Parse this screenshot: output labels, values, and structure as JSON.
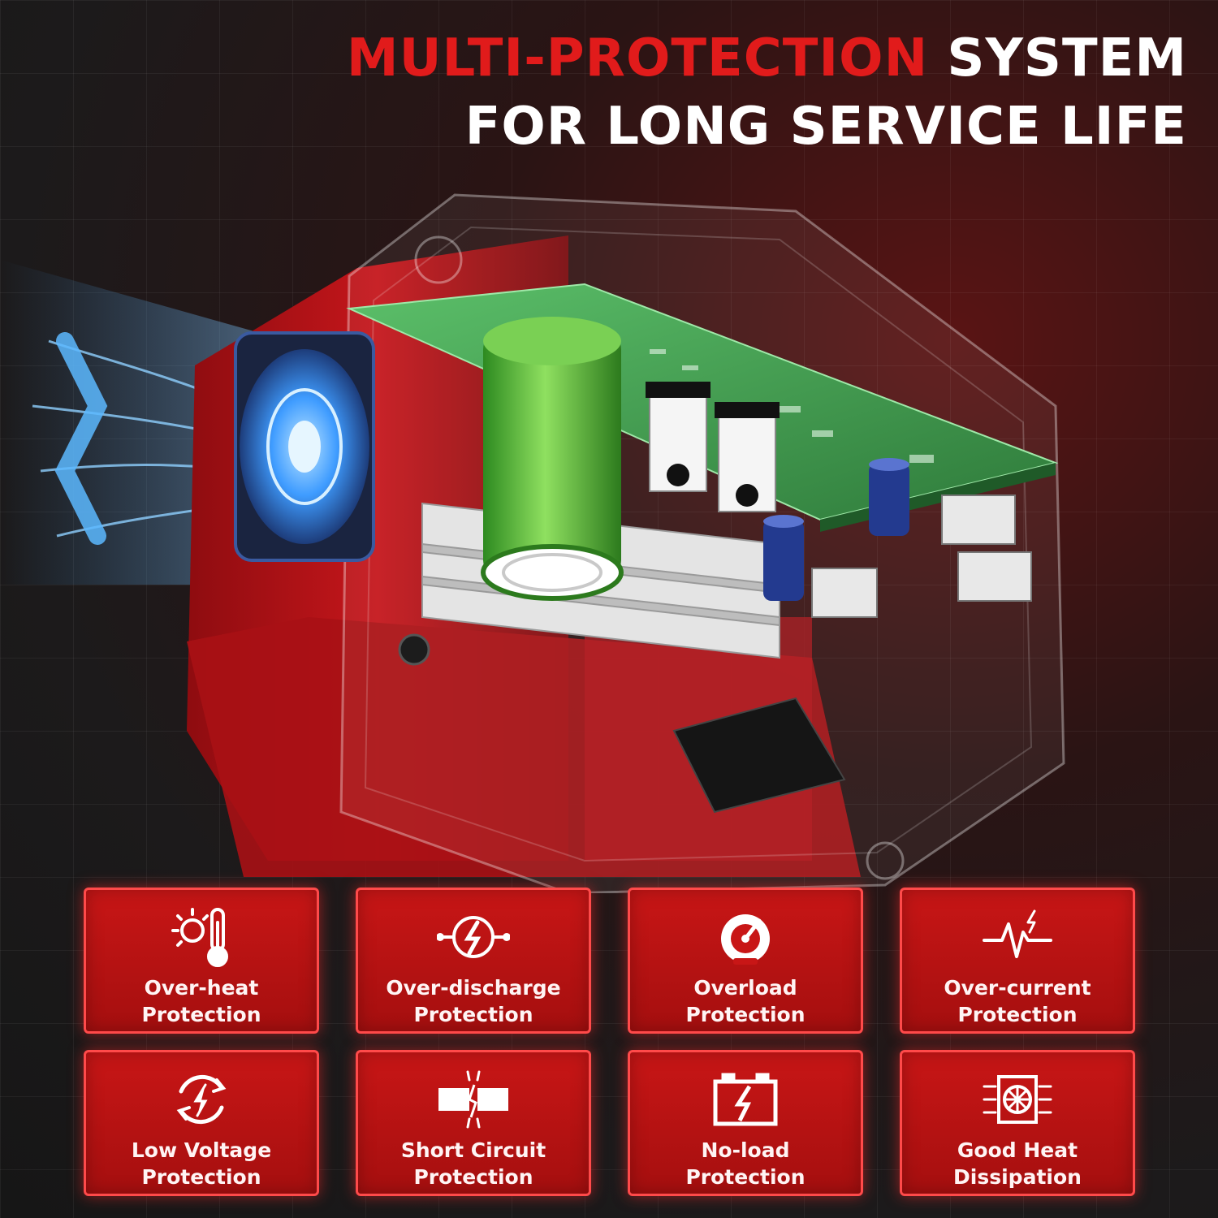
{
  "headline": {
    "line1_red": "MULTI-PROTECTION",
    "line1_white": " SYSTEM",
    "line2": "FOR LONG SERVICE LIFE"
  },
  "colors": {
    "accent_red": "#e11b1b",
    "card_red": "#c81616",
    "pcb_green": "#3f9a43",
    "fan_blue": "#3fa9ff"
  },
  "features": [
    {
      "icon": "thermometer-sun-icon",
      "line1": "Over-heat",
      "line2": "Protection"
    },
    {
      "icon": "discharge-bolt-icon",
      "line1": "Over-discharge",
      "line2": "Protection"
    },
    {
      "icon": "gauge-icon",
      "line1": "Overload",
      "line2": "Protection"
    },
    {
      "icon": "pulse-spark-icon",
      "line1": "Over-current",
      "line2": "Protection"
    },
    {
      "icon": "circular-bolt-icon",
      "line1": "Low Voltage",
      "line2": "Protection"
    },
    {
      "icon": "broken-wire-icon",
      "line1": "Short Circuit",
      "line2": "Protection"
    },
    {
      "icon": "battery-bolt-icon",
      "line1": "No-load",
      "line2": "Protection"
    },
    {
      "icon": "fan-chip-icon",
      "line1": "Good Heat",
      "line2": "Dissipation"
    }
  ]
}
